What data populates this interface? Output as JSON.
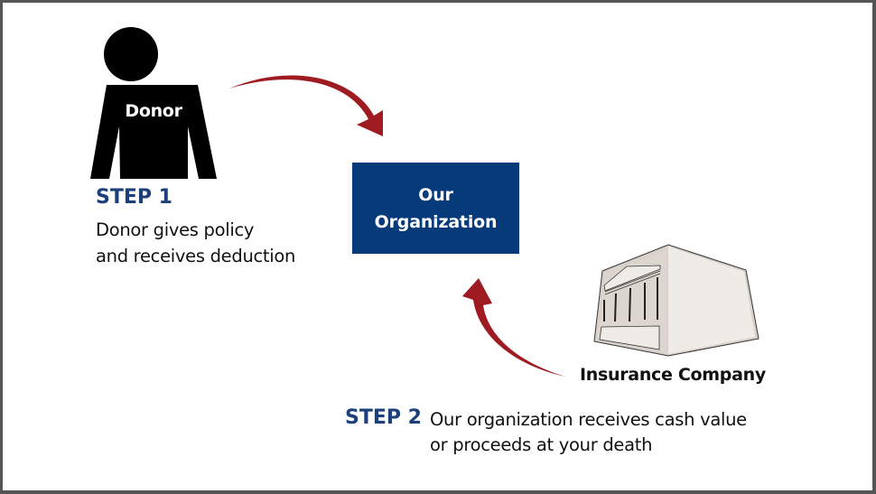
{
  "donor": {
    "label": "Donor",
    "icon": "person-silhouette"
  },
  "step1": {
    "title": "STEP 1",
    "line1": "Donor gives policy",
    "line2": "and receives deduction"
  },
  "organization": {
    "line1": "Our",
    "line2": "Organization"
  },
  "insurance": {
    "label": "Insurance Company",
    "icon": "building-icon"
  },
  "step2": {
    "title": "STEP 2",
    "line1": "Our organization receives cash value",
    "line2": "or proceeds at your death"
  },
  "colors": {
    "arrow": "#9e1b22",
    "org_box": "#063a79",
    "step_title": "#1d3f7a",
    "donor": "#000000",
    "building_face": "#efebe7",
    "building_side": "#d9d1ca"
  }
}
